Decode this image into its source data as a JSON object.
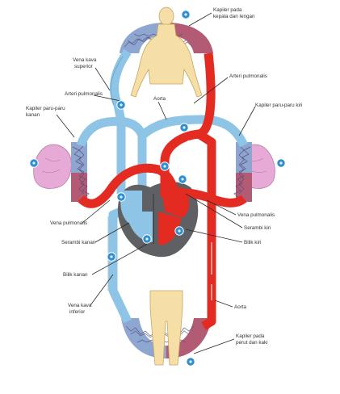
{
  "colors": {
    "oxygenated": "#e32b22",
    "deoxygenated": "#8ec5e6",
    "capillary": "#8d84b8",
    "body": "#f6dfa6",
    "lung": "#e7a9d6",
    "heart_back": "#5f6064",
    "marker": "#2f8fd0",
    "leader": "#2b2b2b"
  },
  "labels": {
    "kapiler_kepala": [
      "Kapiler pada",
      "kepala dan lengan"
    ],
    "vena_kava_superior": [
      "Vena kava",
      "superior"
    ],
    "arteri_pulmonalis_kiri_atas": "Arteri pulmonalis",
    "arteri_pulmonalis_kanan": "Arteri pulmonalis",
    "aorta_atas": "Aorta",
    "kapiler_paru_kanan": [
      "Kapiler paru-paru",
      "kanan"
    ],
    "kapiler_paru_kiri": "Kapiler paru-paru kiri",
    "vena_pulmonalis_kiri": "Vena pulmonalis",
    "vena_pulmonalis_kanan": "Vena pulmonalis",
    "serambi_kiri": "Serambi kiri",
    "serambi_kanan": "Serambi kanan",
    "bilik_kiri": "Bilik kiri",
    "bilik_kanan": "Bilik kanan",
    "vena_kava_inferior": [
      "Vena kava",
      "inferior"
    ],
    "aorta_bawah": "Aorta",
    "kapiler_perut": [
      "Kapiler pada",
      "perut dan kaki"
    ]
  }
}
